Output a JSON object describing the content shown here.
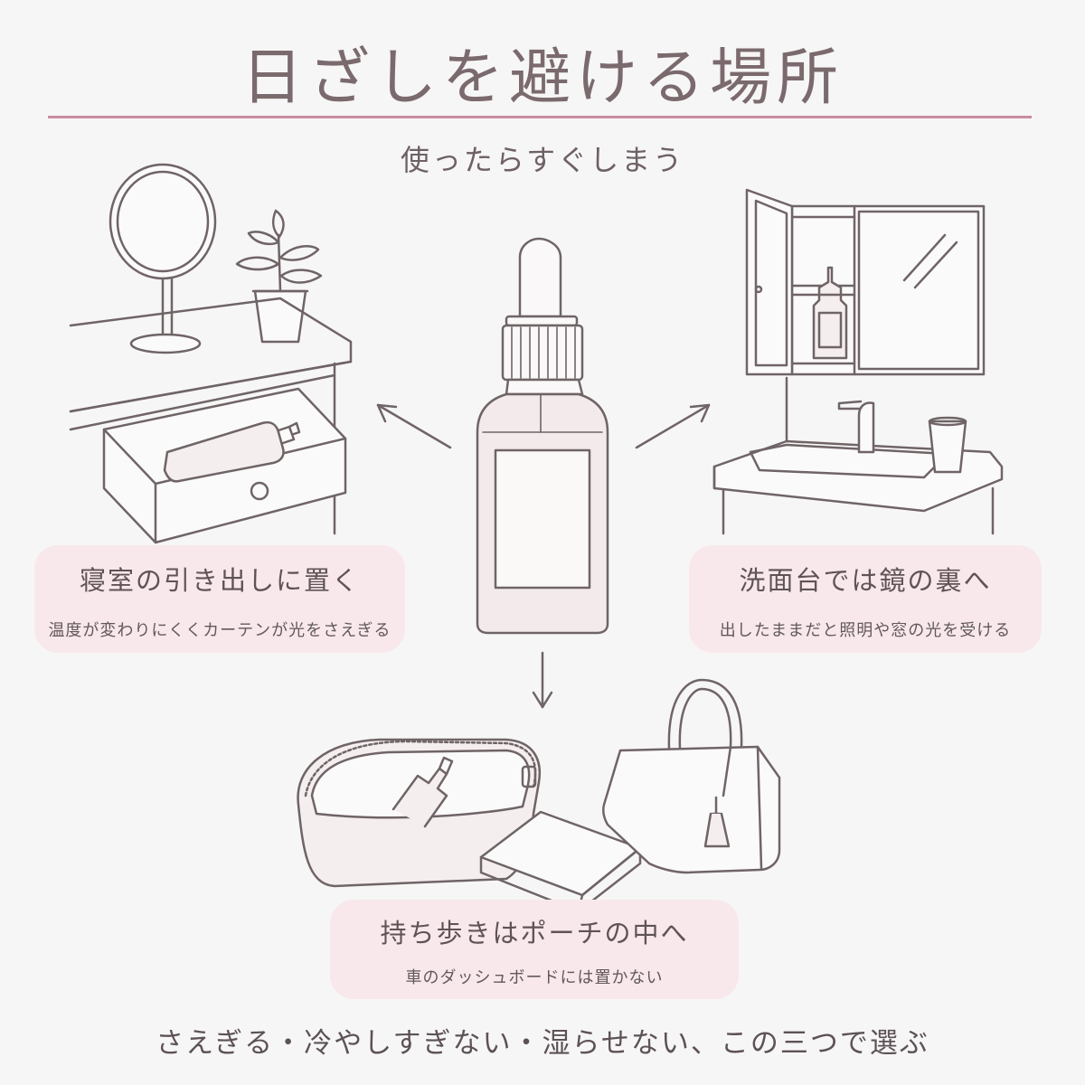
{
  "header": {
    "title": "日ざしを避ける場所",
    "subtitle": "使ったらすぐしまう"
  },
  "locations": {
    "bedroom": {
      "title": "寝室の引き出しに置く",
      "note": "温度が変わりにくくカーテンが光をさえぎる"
    },
    "washstand": {
      "title": "洗面台では鏡の裏へ",
      "note": "出したままだと照明や窓の光を受ける"
    },
    "pouch": {
      "title": "持ち歩きはポーチの中へ",
      "note": "車のダッシュボードには置かない"
    }
  },
  "footer": {
    "text": "さえぎる・冷やしすぎない・湿らせない、この三つで選ぶ"
  },
  "colors": {
    "accent_rule": "#c98da1",
    "card_background": "#f8e8ec",
    "line_art": "#6f6466",
    "page_background": "#f7f6f6"
  },
  "icons": [
    "dropper-bottle-icon",
    "vanity-mirror-icon",
    "potted-plant-icon",
    "drawer-icon",
    "medicine-cabinet-icon",
    "sink-icon",
    "cup-icon",
    "pouch-icon",
    "handbag-icon",
    "towel-icon",
    "arrow-icon"
  ]
}
